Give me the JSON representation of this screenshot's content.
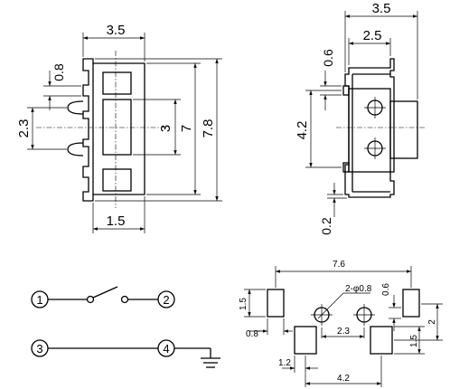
{
  "front_view": {
    "width_top": "3.5",
    "pitch": "0.8",
    "pin_spacing": "2.3",
    "actuator": "3",
    "body_height": "7",
    "total_height": "7.8",
    "width_bottom": "1.5"
  },
  "side_view": {
    "width_top": "3.5",
    "inner_width": "2.5",
    "offset_top": "0.6",
    "hole_spacing": "4.2",
    "offset_bottom": "0.2"
  },
  "schematic": {
    "pin1": "1",
    "pin2": "2",
    "pin3": "3",
    "pin4": "4"
  },
  "pcb_layout": {
    "overall_width": "7.6",
    "hole_label": "2-φ0.8",
    "pad_height": "1.5",
    "hole_offset": "0.6",
    "pad_spacing_v": "2",
    "pad_width": "0.8",
    "hole_spacing": "2.3",
    "pad_height_2": "1.5",
    "pad_offset": "1.2",
    "pad_pitch": "4.2"
  },
  "colors": {
    "line": "#000000",
    "background": "#ffffff"
  }
}
